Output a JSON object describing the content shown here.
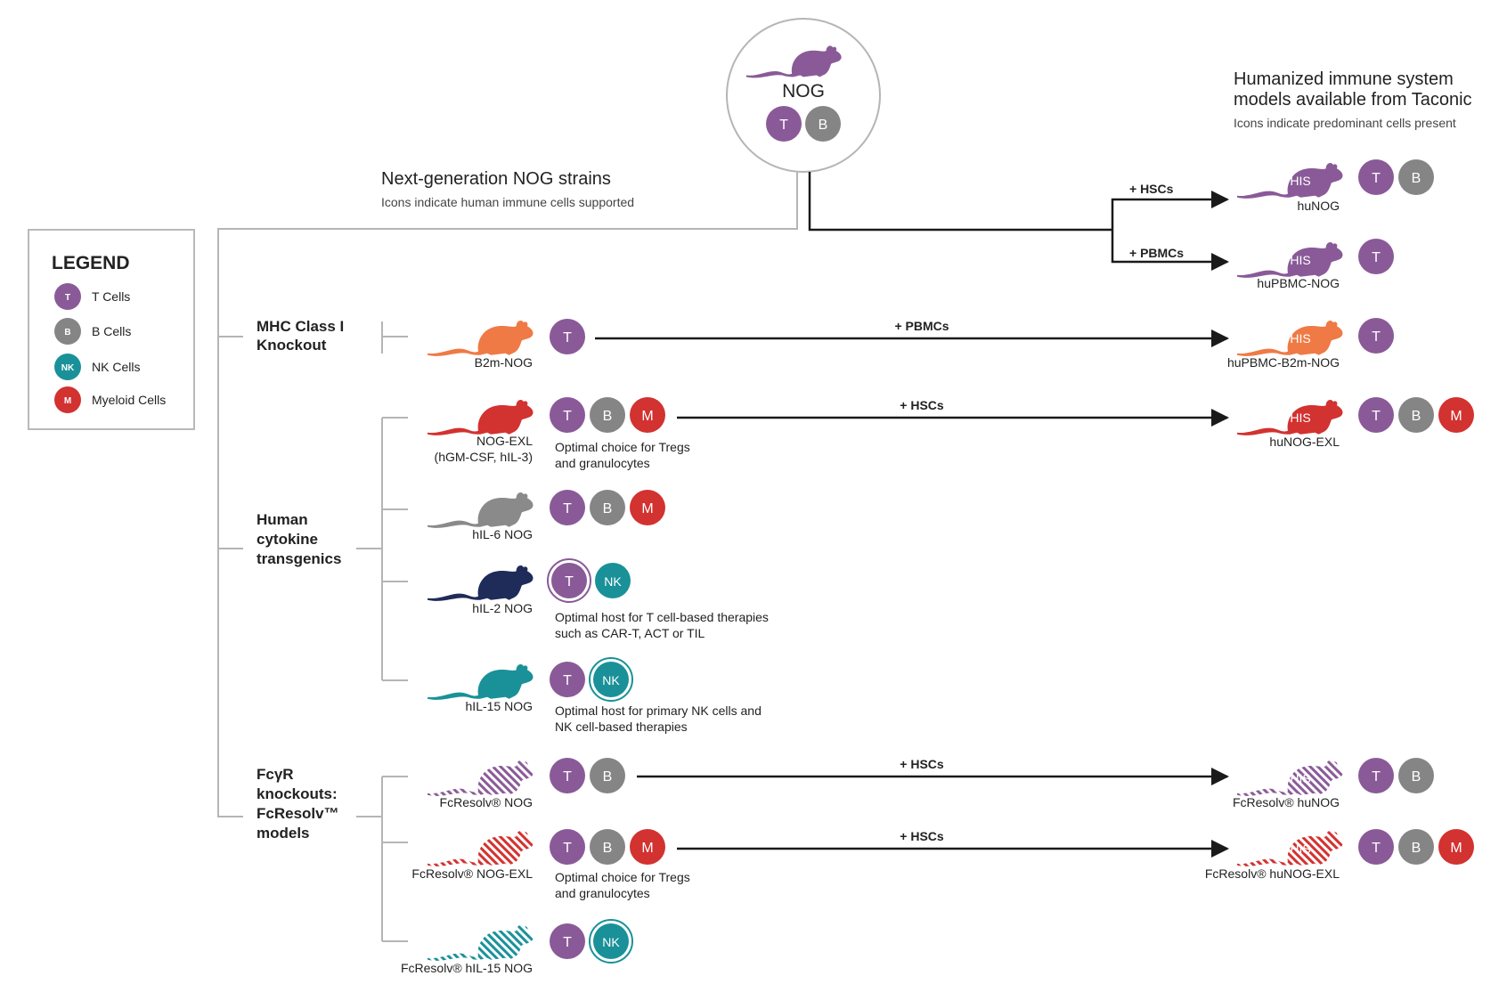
{
  "colors": {
    "t": "#8a5a98",
    "b": "#858585",
    "nk": "#1a9199",
    "m": "#d23230",
    "orange": "#ef7a45",
    "navy": "#1f2b59",
    "purple": "#8a5a98",
    "gray": "#8a8a8a",
    "line": "#b5b5b5",
    "arrow": "#1a1a1a"
  },
  "root": {
    "label": "NOG",
    "cells": [
      "T",
      "B"
    ]
  },
  "next_gen": {
    "title": "Next-generation NOG strains",
    "subtitle": "Icons indicate human immune cells supported"
  },
  "humanized": {
    "title_line1": "Humanized immune system",
    "title_line2": "models available from Taconic",
    "subtitle": "Icons indicate predominant cells present"
  },
  "legend": {
    "title": "LEGEND",
    "items": [
      {
        "letter": "T",
        "label": "T Cells",
        "color": "#8a5a98"
      },
      {
        "letter": "B",
        "label": "B Cells",
        "color": "#858585"
      },
      {
        "letter": "NK",
        "label": "NK Cells",
        "color": "#1a9199"
      },
      {
        "letter": "M",
        "label": "Myeloid Cells",
        "color": "#d23230"
      }
    ]
  },
  "groups": [
    {
      "id": "mhc",
      "lines": [
        "MHC Class I",
        "Knockout"
      ]
    },
    {
      "id": "cytokine",
      "lines": [
        "Human",
        "cytokine",
        "transgenics"
      ]
    },
    {
      "id": "fcyr",
      "lines": [
        "FcγR",
        "knockouts:",
        "FcResolv™",
        "models"
      ]
    }
  ],
  "strains": [
    {
      "id": "b2m",
      "lines": [
        "B2m-NOG"
      ],
      "color": "#ef7a45",
      "hatched": false,
      "cells": [
        "T"
      ],
      "note": []
    },
    {
      "id": "exl",
      "lines": [
        "NOG-EXL",
        "(hGM-CSF, hIL-3)"
      ],
      "color": "#d23230",
      "hatched": false,
      "cells": [
        "T",
        "B",
        "M"
      ],
      "note": [
        "Optimal choice for Tregs",
        "and granulocytes"
      ]
    },
    {
      "id": "il6",
      "lines": [
        "hIL-6 NOG"
      ],
      "color": "#8a8a8a",
      "hatched": false,
      "cells": [
        "T",
        "B",
        "M"
      ],
      "note": []
    },
    {
      "id": "il2",
      "lines": [
        "hIL-2 NOG"
      ],
      "color": "#1f2b59",
      "hatched": false,
      "cells": [
        "T*",
        "NK"
      ],
      "note": [
        "Optimal host for T cell-based therapies",
        "such as CAR-T, ACT or TIL"
      ]
    },
    {
      "id": "il15",
      "lines": [
        "hIL-15 NOG"
      ],
      "color": "#1a9199",
      "hatched": false,
      "cells": [
        "T",
        "NK*"
      ],
      "note": [
        "Optimal host for primary NK cells and",
        "NK cell-based therapies"
      ]
    },
    {
      "id": "fc_nog",
      "lines": [
        "FcResolv® NOG"
      ],
      "color": "#8a5a98",
      "hatched": true,
      "cells": [
        "T",
        "B"
      ],
      "note": []
    },
    {
      "id": "fc_exl",
      "lines": [
        "FcResolv® NOG-EXL"
      ],
      "color": "#d23230",
      "hatched": true,
      "cells": [
        "T",
        "B",
        "M"
      ],
      "note": [
        "Optimal choice for Tregs",
        "and granulocytes"
      ]
    },
    {
      "id": "fc_il15",
      "lines": [
        "FcResolv® hIL-15 NOG"
      ],
      "color": "#1a9199",
      "hatched": true,
      "cells": [
        "T",
        "NK*"
      ],
      "note": []
    }
  ],
  "models": [
    {
      "id": "hunog",
      "label": "huNOG",
      "badge": "HIS",
      "color": "#8a5a98",
      "hatched": false,
      "cells": [
        "T",
        "B"
      ],
      "arrow": "+ HSCs"
    },
    {
      "id": "hupbmc",
      "label": "huPBMC-NOG",
      "badge": "HIS",
      "color": "#8a5a98",
      "hatched": false,
      "cells": [
        "T"
      ],
      "arrow": "+ PBMCs"
    },
    {
      "id": "hupbmc_b2m",
      "label": "huPBMC-B2m-NOG",
      "badge": "HIS",
      "color": "#ef7a45",
      "hatched": false,
      "cells": [
        "T"
      ],
      "arrow": "+ PBMCs"
    },
    {
      "id": "hunog_exl",
      "label": "huNOG-EXL",
      "badge": "HIS",
      "color": "#d23230",
      "hatched": false,
      "cells": [
        "T",
        "B",
        "M"
      ],
      "arrow": "+ HSCs"
    },
    {
      "id": "fc_hunog",
      "label": "FcResolv® huNOG",
      "badge": "HIS",
      "color": "#8a5a98",
      "hatched": true,
      "cells": [
        "T",
        "B"
      ],
      "arrow": "+ HSCs"
    },
    {
      "id": "fc_hunog_exl",
      "label": "FcResolv® huNOG-EXL",
      "badge": "HIS",
      "color": "#d23230",
      "hatched": true,
      "cells": [
        "T",
        "B",
        "M"
      ],
      "arrow": "+ HSCs"
    }
  ]
}
